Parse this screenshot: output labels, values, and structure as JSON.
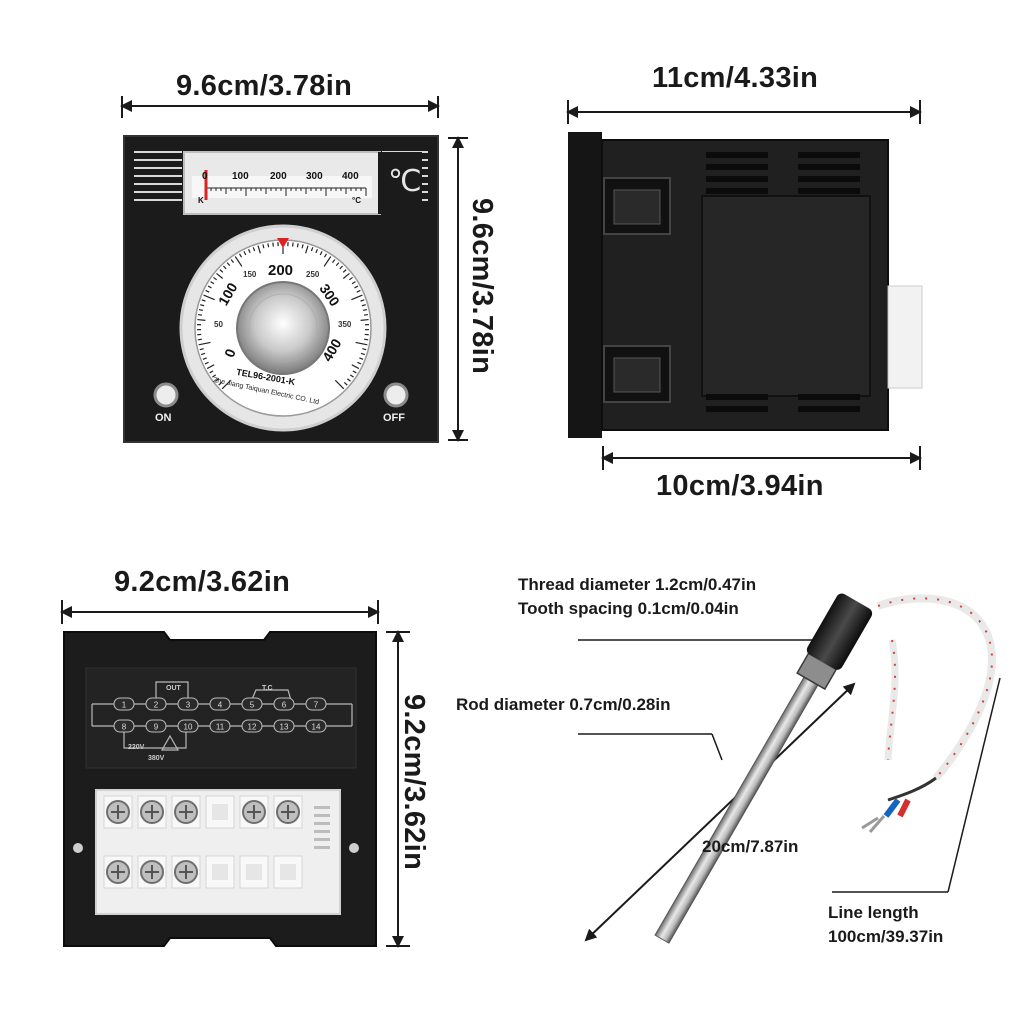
{
  "front_view": {
    "width_label": "9.6cm/3.78in",
    "height_label": "9.6cm/3.78in",
    "scale_numbers": [
      "0",
      "100",
      "200",
      "300",
      "400"
    ],
    "scale_unit": "°C",
    "k_mark": "K",
    "big_unit": "℃",
    "dial_numbers": [
      "0",
      "100",
      "200",
      "300",
      "400"
    ],
    "dial_minor_numbers": [
      "50",
      "150",
      "250",
      "350"
    ],
    "model": "TEL96-2001-K",
    "maker": "Zhe Jiang Taiquan Electric CO. Ltd",
    "on_label": "ON",
    "off_label": "OFF"
  },
  "side_view": {
    "top_label": "11cm/4.33in",
    "bottom_label": "10cm/3.94in"
  },
  "back_view": {
    "width_label": "9.2cm/3.62in",
    "height_label": "9.2cm/3.62in",
    "terminals_top": [
      "1",
      "2",
      "3",
      "4",
      "5",
      "6",
      "7"
    ],
    "terminals_bottom": [
      "8",
      "9",
      "10",
      "11",
      "12",
      "13",
      "14"
    ],
    "out_label": "OUT",
    "tc_label": "T.C",
    "v220_label": "220V",
    "v380_label": "380V"
  },
  "probe": {
    "thread_label": "Thread diameter 1.2cm/0.47in",
    "tooth_label": "Tooth spacing 0.1cm/0.04in",
    "rod_label": "Rod diameter 0.7cm/0.28in",
    "length_label": "20cm/7.87in",
    "line_label_1": "Line length",
    "line_label_2": "100cm/39.37in"
  }
}
